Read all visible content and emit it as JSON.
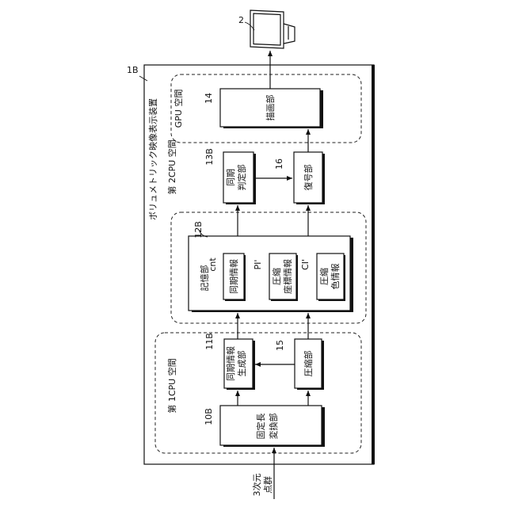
{
  "input": {
    "label_line1": "3次元",
    "label_line2": "点群"
  },
  "device": {
    "ref": "1B",
    "title": "ボリュメトリック映像表示装置"
  },
  "monitor": {
    "ref": "2"
  },
  "cpu1_space": {
    "label": "第 1CPU 空間"
  },
  "cpu2_space": {
    "label": "第 2CPU 空間"
  },
  "gpu_space": {
    "label": "GPU 空間"
  },
  "fixed_length": {
    "ref": "10B",
    "line1": "固定長",
    "line2": "変換部"
  },
  "sync_gen": {
    "ref": "11B",
    "line1": "同期情報",
    "line2": "生成部"
  },
  "compressor": {
    "ref": "15",
    "label": "圧縮部"
  },
  "storage": {
    "ref": "12B",
    "label": "記憶部"
  },
  "sync_info": {
    "ref": "cnt",
    "label": "同期情報"
  },
  "comp_coord": {
    "ref": "PI'",
    "line1": "圧縮",
    "line2": "座標情報"
  },
  "comp_color": {
    "ref": "CI'",
    "line1": "圧縮",
    "line2": "色情報"
  },
  "sync_judge": {
    "ref": "13B",
    "line1": "同期",
    "line2": "判定部"
  },
  "decoder": {
    "ref": "16",
    "label": "復号部"
  },
  "renderer": {
    "ref": "14",
    "label": "描画部"
  }
}
